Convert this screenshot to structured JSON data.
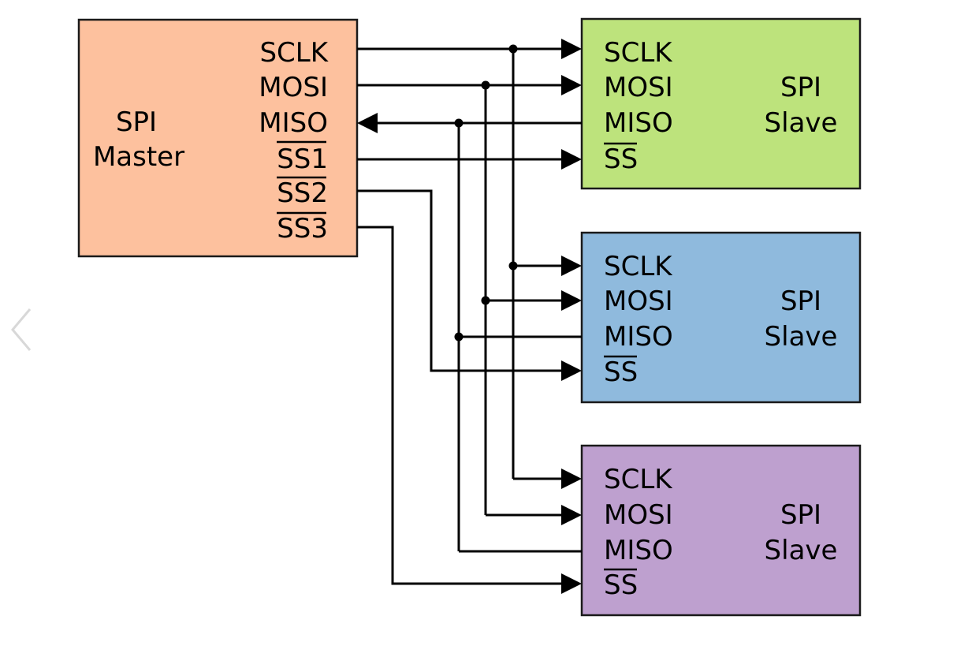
{
  "viewer": {
    "prev_icon": "chevron-left-icon"
  },
  "colors": {
    "master_fill": "#fdc19e",
    "slave1_fill": "#bde37c",
    "slave2_fill": "#8fbadd",
    "slave3_fill": "#bea0cf",
    "line": "#000000",
    "chevron": "#d8d8d8"
  },
  "master": {
    "title_line1": "SPI",
    "title_line2": "Master",
    "pins": {
      "sclk": "SCLK",
      "mosi": "MOSI",
      "miso": "MISO",
      "ss1": "SS1",
      "ss2": "SS2",
      "ss3": "SS3"
    }
  },
  "slaves": [
    {
      "title_line1": "SPI",
      "title_line2": "Slave",
      "pins": {
        "sclk": "SCLK",
        "mosi": "MOSI",
        "miso": "MISO",
        "ss": "SS"
      }
    },
    {
      "title_line1": "SPI",
      "title_line2": "Slave",
      "pins": {
        "sclk": "SCLK",
        "mosi": "MOSI",
        "miso": "MISO",
        "ss": "SS"
      }
    },
    {
      "title_line1": "SPI",
      "title_line2": "Slave",
      "pins": {
        "sclk": "SCLK",
        "mosi": "MOSI",
        "miso": "MISO",
        "ss": "SS"
      }
    }
  ]
}
